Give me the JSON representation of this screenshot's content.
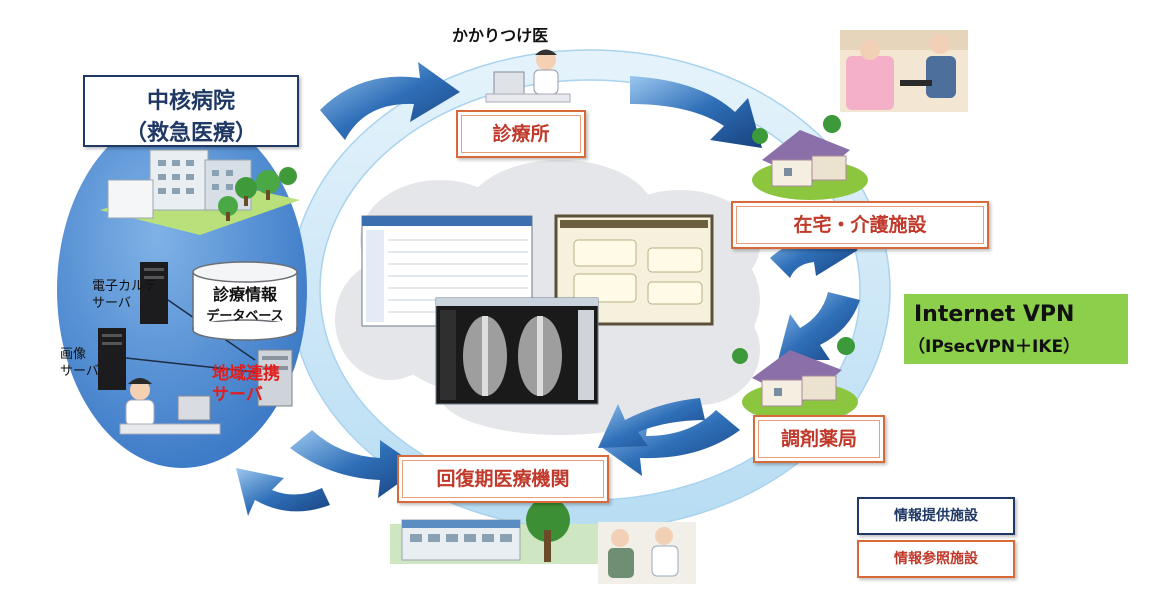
{
  "facilities": {
    "hospital_line1": "中核病院",
    "hospital_line2": "（救急医療）",
    "family_doctor": "かかりつけ医",
    "clinic": "診療所",
    "home_care": "在宅・介護施設",
    "pharmacy": "調剤薬局",
    "recovery": "回復期医療機関"
  },
  "hospital_inner": {
    "emr_line1": "電子カルテ",
    "emr_line2": "サーバ",
    "image_line1": "画像",
    "image_line2": "サーバ",
    "db_line1": "診療情報",
    "db_line2": "データベース",
    "regional_line1": "地域連携",
    "regional_line2": "サーバ"
  },
  "network": {
    "title": "Internet VPN",
    "subtitle": "（IPsecVPN＋IKE）"
  },
  "legend": {
    "provider": "情報提供施設",
    "viewer": "情報参照施設"
  },
  "colors": {
    "provider_border": "#1f3864",
    "viewer_border": "#d86a3a",
    "viewer_text": "#c0392b",
    "hospital_oval": "#4a86d0",
    "ring": "#cfe8f7",
    "arrow": "#2f6fb8",
    "vpn_bg": "#8ccf4a",
    "cloud": "#e6e7ea"
  }
}
